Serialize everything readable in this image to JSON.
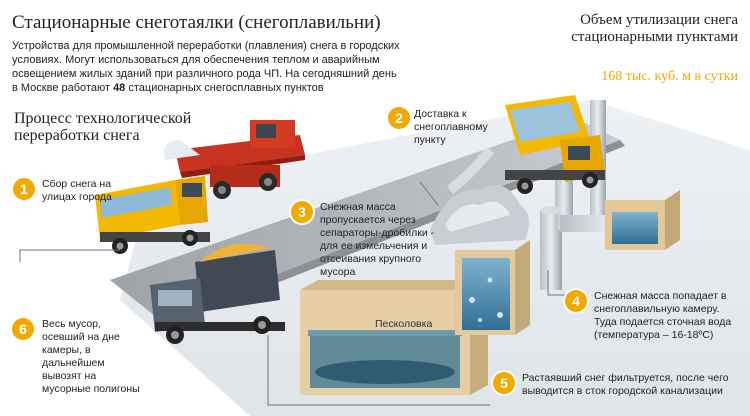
{
  "title": "Стационарные снеготаялки (снегоплавильни)",
  "intro": {
    "before": "Устройства для промышленной переработки (плавления) снега в городских условиях. Могут использоваться для обеспечения теплом и аварийным освещением жилых зданий при различного рода ЧП. На сегодняшний день в Москве работают ",
    "count": "48",
    "after": " стационарных снегосплавных пунктов"
  },
  "process_title": "Процесс технологической переработки снега",
  "volume": {
    "label": "Объем утилизации снега стационарными пунктами",
    "value": "168 тыс. куб. м в сутки"
  },
  "steps": [
    {
      "num": "1",
      "text": "Сбор снега на улицах города"
    },
    {
      "num": "2",
      "text": "Доставка к снегоплавному пункту"
    },
    {
      "num": "3",
      "text": "Снежная масса пропускается через сепараторы-дробилки - для ее измельчения и отсеивания крупного мусора"
    },
    {
      "num": "4",
      "text": "Снежная масса попадает в снегоплавильную камеру. Туда подается сточная вода (температура – 16-18ºС)"
    },
    {
      "num": "5",
      "text": "Растаявший снег фильтруется, после чего выводится в сток городской канализации"
    },
    {
      "num": "6",
      "text": "Весь мусор, осевший на дне камеры, в дальнейшем вывозят на мусорные полигоны"
    }
  ],
  "labels": {
    "sand_trap": "Песколовка"
  },
  "colors": {
    "badge": "#f2a900",
    "truck_cab": "#f3b800",
    "loader": "#c8321e",
    "road": "#b9bdc2",
    "water": "#3e7ea6",
    "sand": "#e0c89e",
    "highlight": "#f0a500"
  }
}
